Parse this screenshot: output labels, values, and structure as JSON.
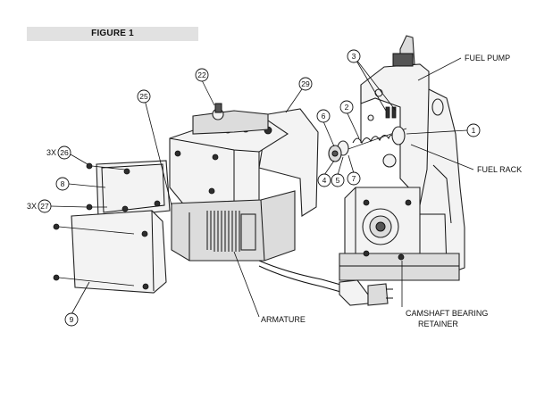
{
  "figure": {
    "title": "FIGURE 1"
  },
  "callouts": {
    "n1": "1",
    "n2": "2",
    "n3": "3",
    "n4": "4",
    "n5": "5",
    "n6": "6",
    "n7": "7",
    "n8": "8",
    "n9": "9",
    "n22": "22",
    "n25": "25",
    "n26": "26",
    "n27": "27",
    "n29": "29"
  },
  "quantities": {
    "q26": "3X",
    "q27": "3X"
  },
  "labels": {
    "fuel_pump": "FUEL PUMP",
    "fuel_rack": "FUEL RACK",
    "armature": "ARMATURE",
    "camshaft_line1": "CAMSHAFT BEARING",
    "camshaft_line2": "RETAINER"
  }
}
